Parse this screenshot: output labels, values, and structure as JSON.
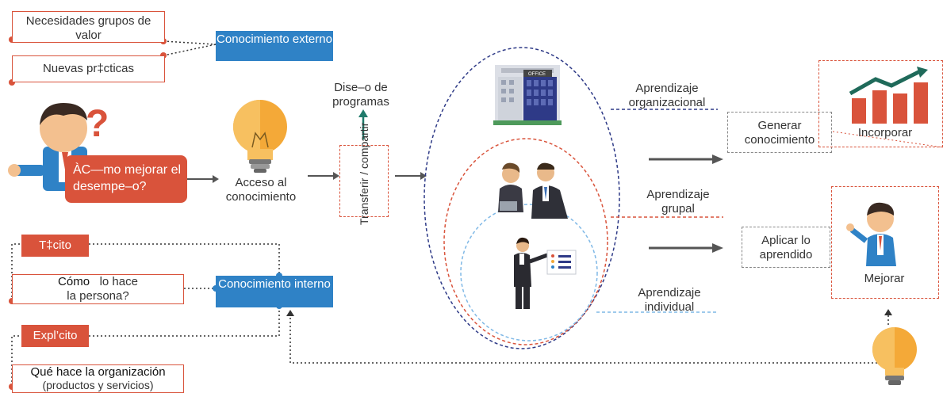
{
  "top_left": {
    "box1": "Necesidades grupos de valor",
    "box2": "Nuevas pr‡cticas",
    "external": "Conocimiento externo"
  },
  "question": "ÀC—mo mejorar el desempe–o?",
  "access": "Acceso al conocimiento",
  "design": "Dise–o de programas",
  "transfer": "Transferir / compartir",
  "learning": {
    "organizational": "Aprendizaje organizacional",
    "group": "Aprendizaje grupal",
    "individual": "Aprendizaje individual"
  },
  "right": {
    "generate": "Generar conocimiento",
    "incorporate": "Incorporar",
    "apply": "Aplicar lo aprendido",
    "improve": "Mejorar"
  },
  "bottom_left": {
    "tacit": "T‡cito",
    "how_a": "Cómo",
    "how_b": "lo hace",
    "how_c": "la persona?",
    "internal": "Conocimiento interno",
    "explicit": "Expl’cito",
    "what_a": "Qué hace la organización",
    "what_b": "(productos y servicios)"
  },
  "building_sign": "OFFICE",
  "colors": {
    "red": "#d9533b",
    "blue": "#2f82c6",
    "navy": "#2e3a87",
    "teal": "#1f7a6a",
    "gray": "#555555"
  }
}
